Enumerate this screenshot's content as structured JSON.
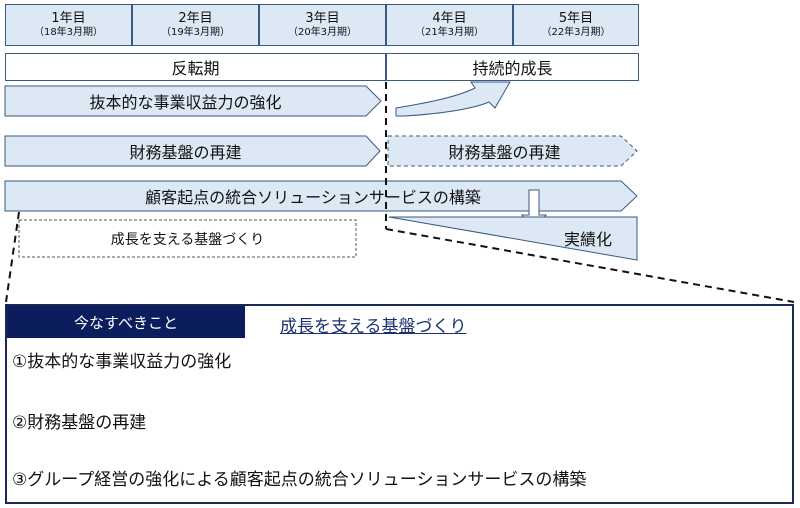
{
  "years": [
    {
      "label": "1年目",
      "period": "（18年3月期）"
    },
    {
      "label": "2年目",
      "period": "（19年3月期）"
    },
    {
      "label": "3年目",
      "period": "（20年3月期）"
    },
    {
      "label": "4年目",
      "period": "（21年3月期）"
    },
    {
      "label": "5年目",
      "period": "（22年3月期）"
    }
  ],
  "phases": {
    "first": "反転期",
    "second": "持続的成長"
  },
  "arrows": {
    "profitability": "抜本的な事業収益力の強化",
    "finance": "財務基盤の再建",
    "finance_continued": "財務基盤の再建",
    "customer": "顧客起点の統合ソリューションサービスの構築",
    "foundation": "成長を支える基盤づくり",
    "realization": "実績化"
  },
  "plan": {
    "header": "今なすべきこと",
    "title": "成長を支える基盤づくり",
    "items": [
      "①抜本的な事業収益力の強化",
      "②財務基盤の再建",
      "③グループ経営の強化による顧客起点の統合ソリューションサービスの構築"
    ]
  },
  "colors": {
    "fill": "#dce8f4",
    "stroke": "#3a5a80",
    "header": "#0b1d5c",
    "title": "#1a3070"
  }
}
